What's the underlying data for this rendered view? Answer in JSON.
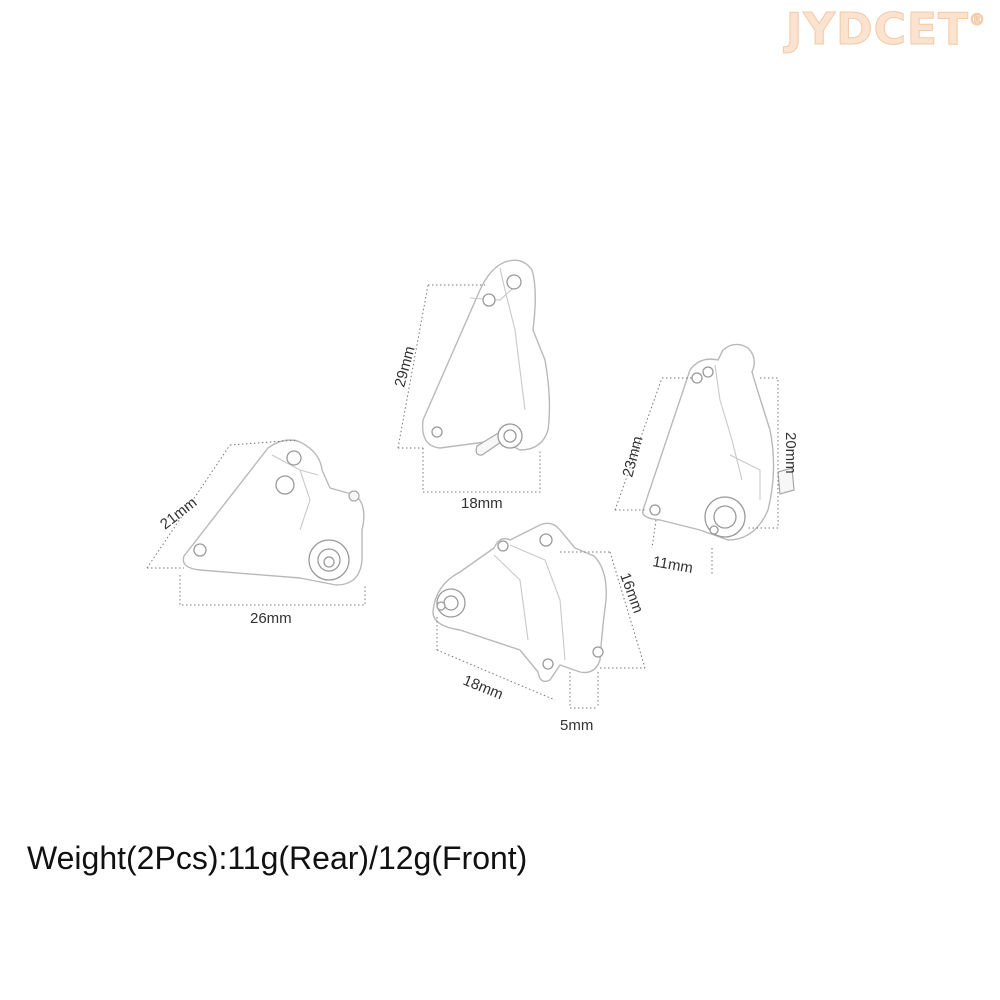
{
  "brand": {
    "name": "JYDCET",
    "mark": "®"
  },
  "dimensions": {
    "top_height": "29mm",
    "top_width": "18mm",
    "left_height": "21mm",
    "left_width": "26mm",
    "right_height": "23mm",
    "right_depth": "20mm",
    "right_width": "11mm",
    "front_height": "16mm",
    "front_length": "18mm",
    "front_thickness": "5mm"
  },
  "caption": "Weight(2Pcs):11g(Rear)/12g(Front)",
  "colors": {
    "brand": "#fbe3cf",
    "outline": "#b9b9b9",
    "text": "#111111"
  }
}
